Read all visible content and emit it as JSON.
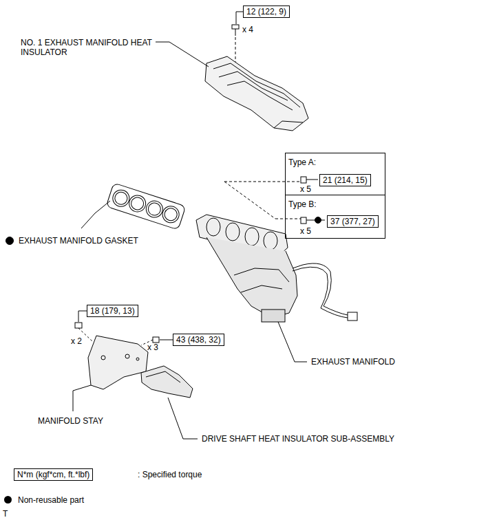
{
  "diagram": {
    "nodes": [
      {
        "text": [
          "12 (122, 9)"
        ]
      },
      {
        "text": [
          "Type A:"
        ]
      },
      {
        "text": [
          "21 (214, 15)"
        ],
        "in": 1
      },
      {
        "text": [
          "Type B:"
        ]
      },
      {
        "text": [
          "37 (377, 27)"
        ],
        "in": 3
      },
      {
        "text": [
          "18 (179, 13)"
        ]
      },
      {
        "text": [
          "43 (438, 32)"
        ]
      },
      {
        "text": [
          "N*m (kgf*cm, ft.*lbf)"
        ]
      }
    ],
    "edges": [],
    "labels": [
      "x 4",
      "NO. 1 EXHAUST MANIFOLD HEAT INSULATOR",
      "x 5",
      "x 5",
      "EXHAUST MANIFOLD GASKET",
      "x 2",
      "x 3",
      "EXHAUST MANIFOLD",
      "MANIFOLD STAY",
      "DRIVE SHAFT HEAT INSULATOR SUB-ASSEMBLY",
      ": Specified torque",
      "T"
    ],
    "legend": [
      {
        "text": "Non-reusable part"
      }
    ]
  }
}
